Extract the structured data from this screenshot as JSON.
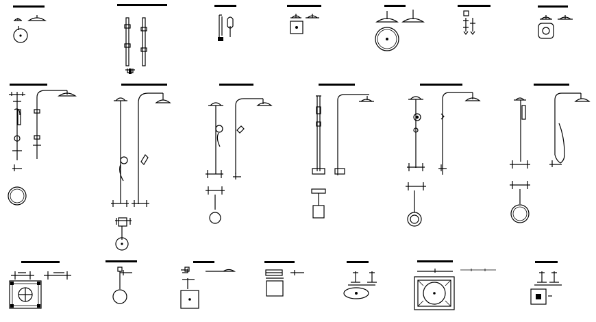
{
  "sheet": {
    "background": "#ffffff",
    "line_color": "#000000"
  },
  "blocks": [
    {
      "id": "row1-hand-shower-set"
    },
    {
      "id": "row1-slide-rail-set"
    },
    {
      "id": "row1-hand-shower"
    },
    {
      "id": "row1-square-wall-plate"
    },
    {
      "id": "row1-round-rain-head"
    },
    {
      "id": "row1-valve-handles"
    },
    {
      "id": "row1-rounded-square-plate"
    },
    {
      "id": "row2-shower-system-1"
    },
    {
      "id": "row2-shower-system-2"
    },
    {
      "id": "row2-shower-system-3"
    },
    {
      "id": "row2-shower-system-4"
    },
    {
      "id": "row2-shower-system-5"
    },
    {
      "id": "row2-shower-system-6"
    },
    {
      "id": "row3-bath-mixer-plan"
    },
    {
      "id": "row3-wall-spout"
    },
    {
      "id": "row3-overhead-shower"
    },
    {
      "id": "row3-bar-mixer"
    },
    {
      "id": "row3-oval-plate-set"
    },
    {
      "id": "row3-ceiling-shower-plan"
    },
    {
      "id": "row3-square-valve-set"
    }
  ]
}
